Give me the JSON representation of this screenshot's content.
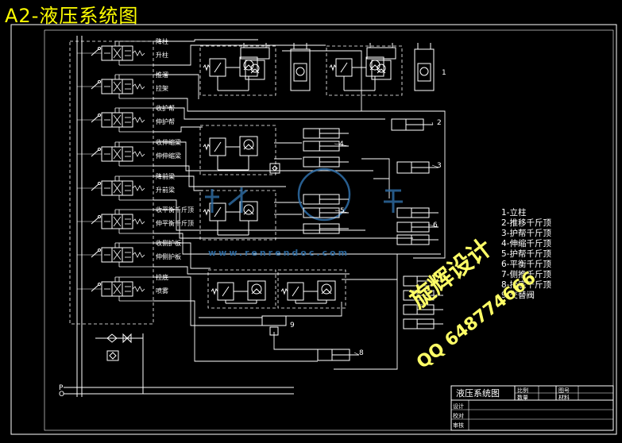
{
  "header": {
    "title": "A2-液压系统图"
  },
  "valve_labels": [
    {
      "top": "降柱",
      "bottom": "升柱"
    },
    {
      "top": "推溜",
      "bottom": "拉架"
    },
    {
      "top": "收护帮",
      "bottom": "伸护帮"
    },
    {
      "top": "收伸缩梁",
      "bottom": "伸伸缩梁"
    },
    {
      "top": "降前梁",
      "bottom": "升前梁"
    },
    {
      "top": "收平衡千斤顶",
      "bottom": "伸平衡千斤顶"
    },
    {
      "top": "收侧护板",
      "bottom": "伸侧护板"
    },
    {
      "top": "拉底",
      "bottom": "喷雾"
    }
  ],
  "component_numbers": [
    "1",
    "2",
    "3",
    "4",
    "5",
    "6",
    "8",
    "9"
  ],
  "supply_lines": [
    "P",
    "O"
  ],
  "legend": [
    "1-立柱",
    "2-推移千斤顶",
    "3-护帮千斤顶",
    "4-伸缩千斤顶",
    "5-护帮千斤顶",
    "6-平衡千斤顶",
    "7-侧推千斤顶",
    "8-抬底千斤顶",
    "9-交替阀"
  ],
  "title_block": {
    "drawing_name": "液压系统图",
    "ratio_label": "比例",
    "quantity_label": "数量",
    "drawing_no_label": "图号",
    "material_label": "材料",
    "rows": [
      "设计",
      "校对",
      "审核"
    ]
  },
  "watermarks": {
    "site": "www.renrendoc.com",
    "studio": "旋辉设计",
    "qq": "QQ 648774666"
  },
  "colors": {
    "background": "#000000",
    "lines": "#ffffff",
    "title": "#ffff00",
    "watermark_blue": "#2f6fa8",
    "watermark_yellow": "#ffff66"
  }
}
